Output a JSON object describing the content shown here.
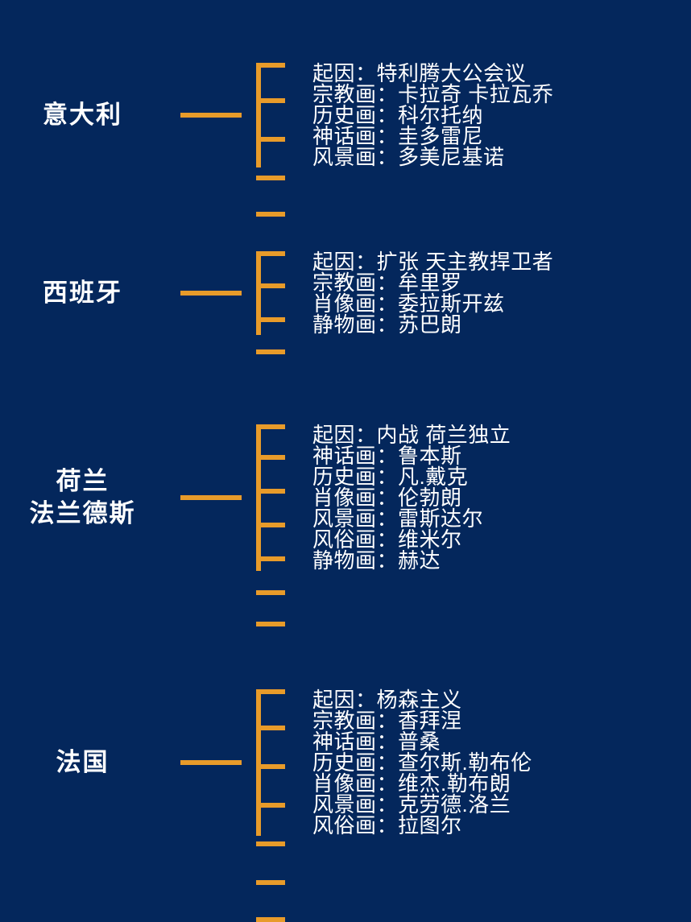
{
  "theme": {
    "background": "#04275c",
    "accent": "#e89b2a",
    "text": "#ffffff"
  },
  "separator": "：",
  "groups": [
    {
      "country": "意大利",
      "country_lines": [
        "意大利"
      ],
      "items": [
        {
          "category": "起因",
          "value": "特利腾大公会议"
        },
        {
          "category": "宗教画",
          "value": "卡拉奇 卡拉瓦乔"
        },
        {
          "category": "历史画",
          "value": "科尔托纳"
        },
        {
          "category": "神话画",
          "value": "圭多雷尼"
        },
        {
          "category": "风景画",
          "value": "多美尼基诺"
        }
      ]
    },
    {
      "country": "西班牙",
      "country_lines": [
        "西班牙"
      ],
      "items": [
        {
          "category": "起因",
          "value": "扩张 天主教捍卫者"
        },
        {
          "category": "宗教画",
          "value": "牟里罗"
        },
        {
          "category": "肖像画",
          "value": "委拉斯开兹"
        },
        {
          "category": "静物画",
          "value": "苏巴朗"
        }
      ]
    },
    {
      "country": "荷兰 法兰德斯",
      "country_lines": [
        "荷兰",
        "法兰德斯"
      ],
      "items": [
        {
          "category": "起因",
          "value": "内战 荷兰独立"
        },
        {
          "category": "神话画",
          "value": "鲁本斯"
        },
        {
          "category": "历史画",
          "value": "凡.戴克"
        },
        {
          "category": "肖像画",
          "value": "伦勃朗"
        },
        {
          "category": "风景画",
          "value": "雷斯达尔"
        },
        {
          "category": "风俗画",
          "value": "维米尔"
        },
        {
          "category": "静物画",
          "value": "赫达"
        }
      ]
    },
    {
      "country": "法国",
      "country_lines": [
        "法国"
      ],
      "items": [
        {
          "category": "起因",
          "value": "杨森主义"
        },
        {
          "category": "宗教画",
          "value": "香拜涅"
        },
        {
          "category": "神话画",
          "value": "普桑"
        },
        {
          "category": "历史画",
          "value": "查尔斯.勒布伦"
        },
        {
          "category": "肖像画",
          "value": "维杰.勒布朗"
        },
        {
          "category": "风景画",
          "value": "克劳德.洛兰"
        },
        {
          "category": "风俗画",
          "value": "拉图尔"
        }
      ]
    }
  ]
}
